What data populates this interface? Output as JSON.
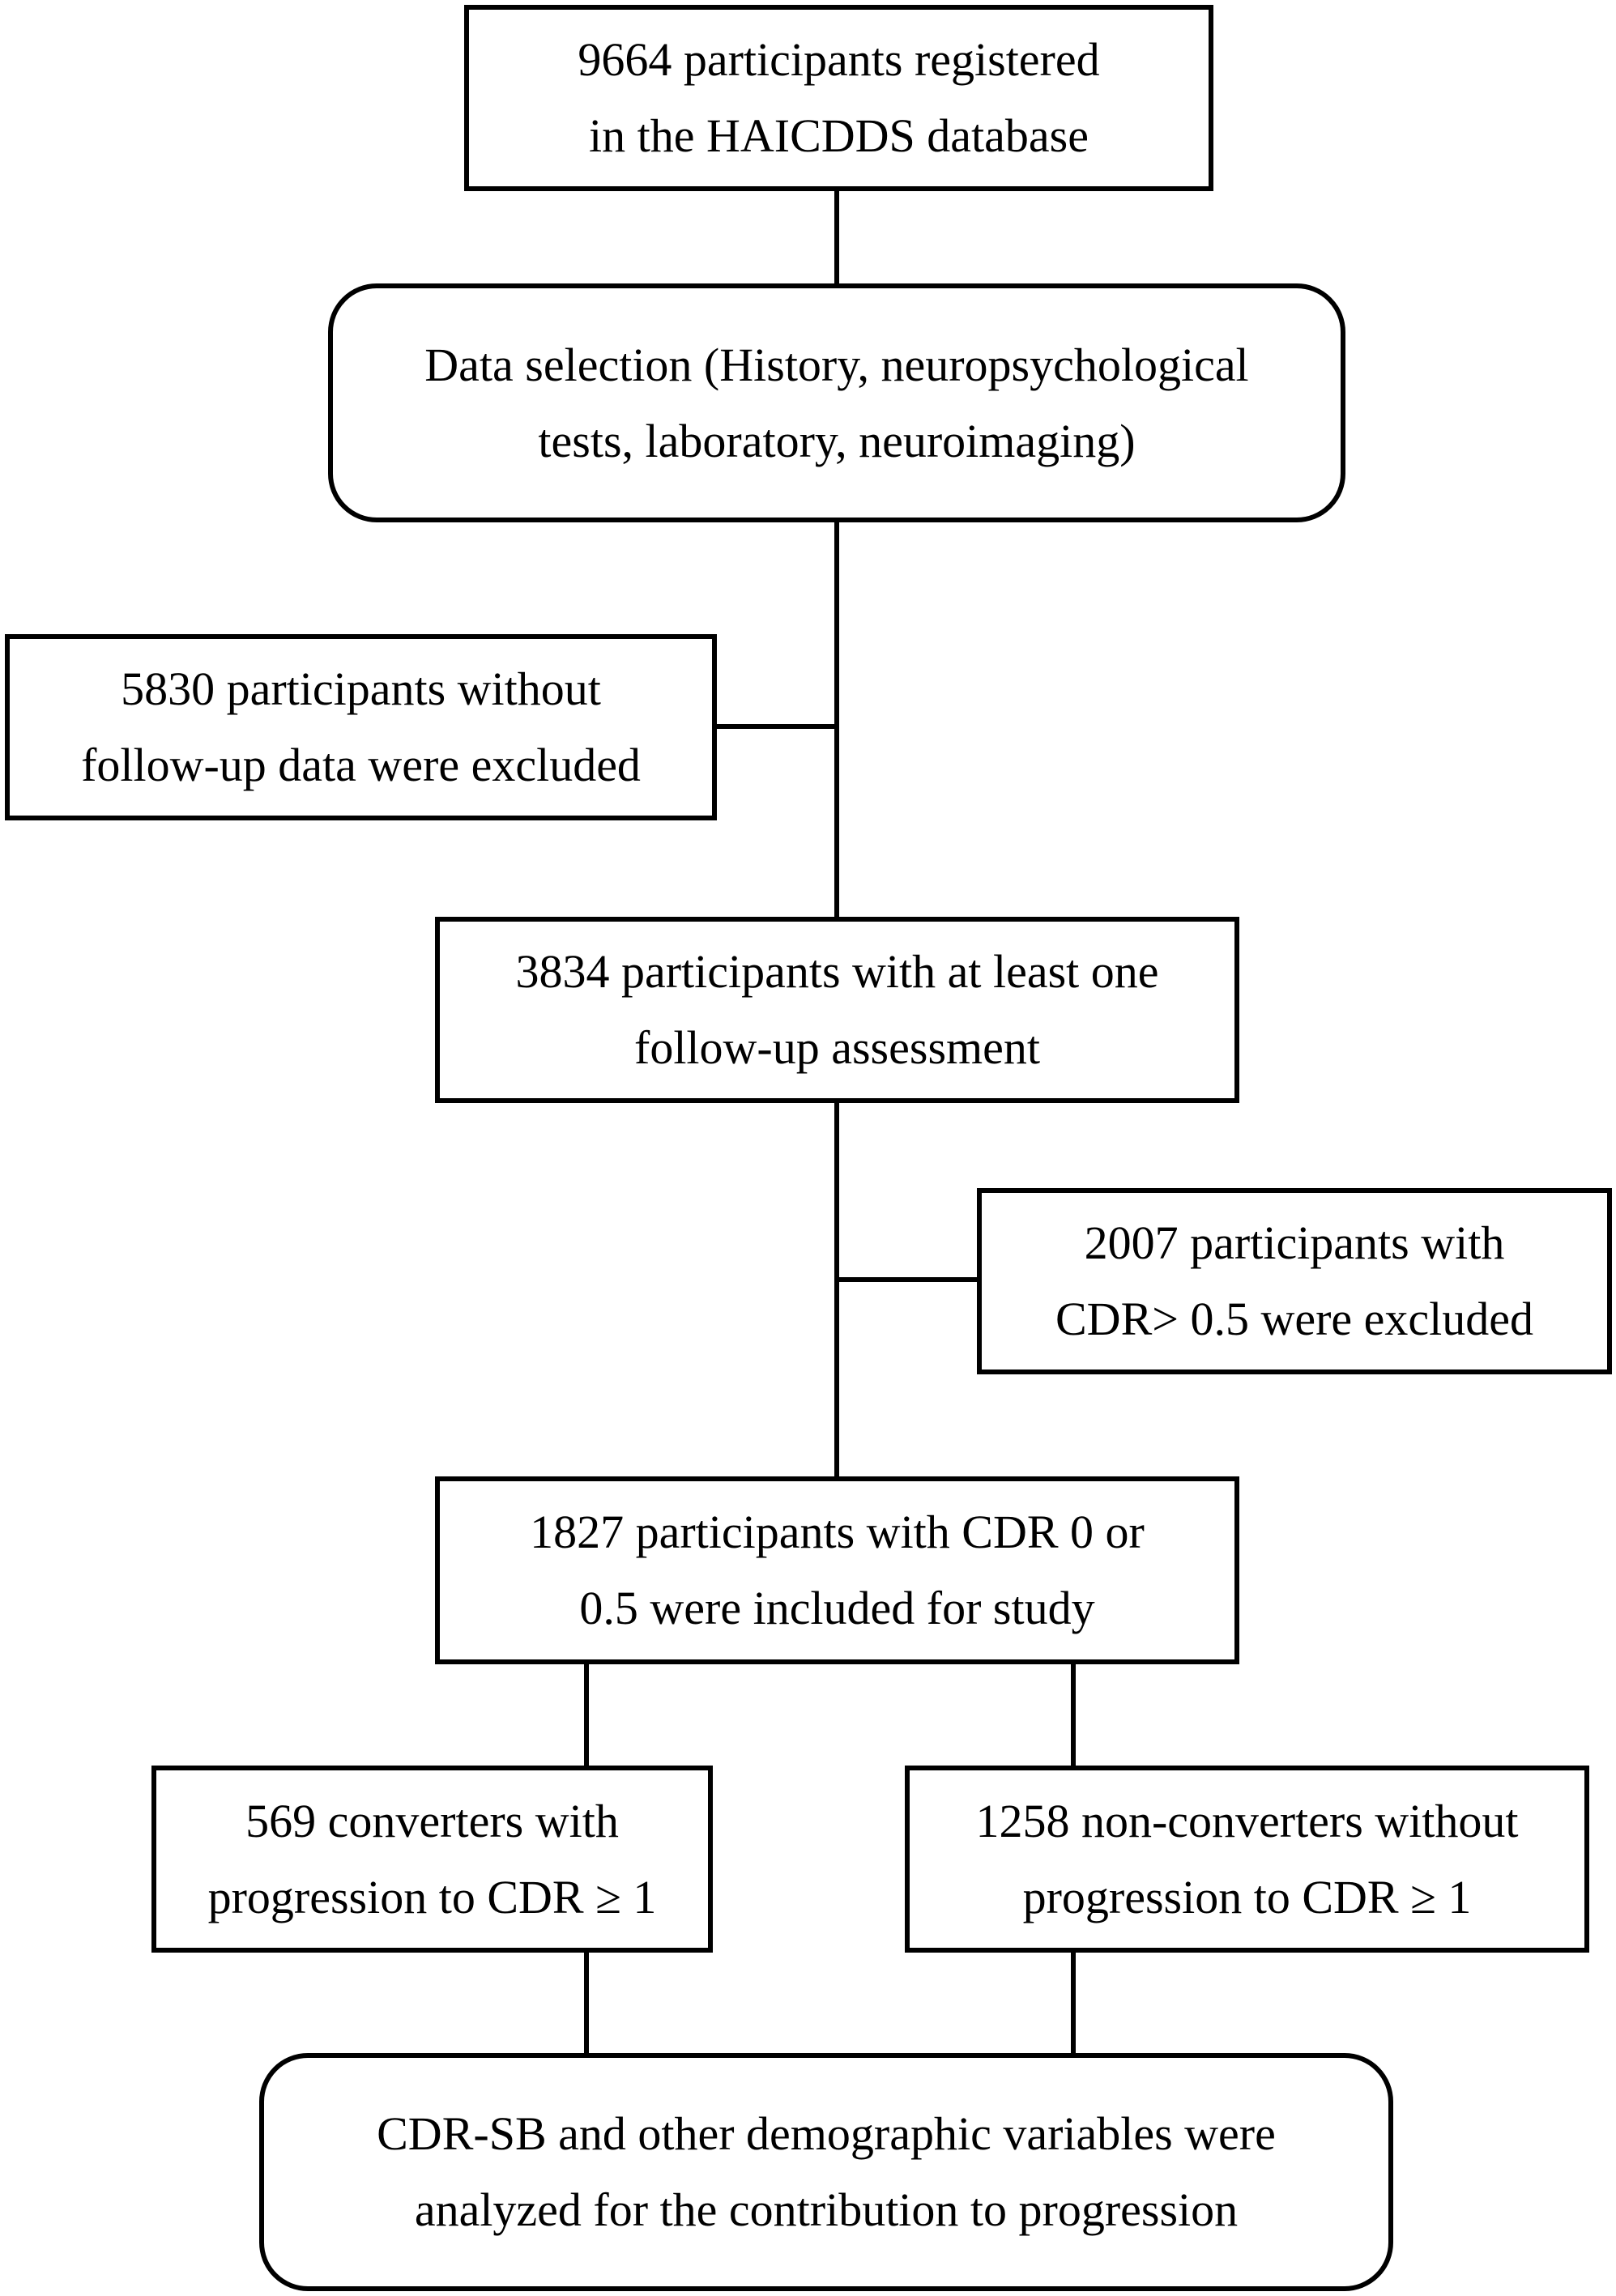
{
  "colors": {
    "line": "#000000",
    "background": "#ffffff"
  },
  "boxes": {
    "registered": {
      "lines": [
        "9664 participants registered",
        "in the HAICDDS database"
      ]
    },
    "data_selection": {
      "lines": [
        "Data selection (History, neuropsychological",
        "tests, laboratory, neuroimaging)"
      ]
    },
    "excluded_no_followup": {
      "lines": [
        "5830 participants without",
        "follow-up data were excluded"
      ]
    },
    "with_followup": {
      "lines": [
        "3834 participants with at least one",
        "follow-up assessment"
      ]
    },
    "excluded_cdr": {
      "lines": [
        "2007 participants with",
        "CDR> 0.5 were excluded"
      ]
    },
    "included": {
      "lines": [
        "1827 participants with CDR 0 or",
        "0.5 were included for study"
      ]
    },
    "converters": {
      "lines": [
        "569 converters with",
        "progression to CDR ≥ 1"
      ]
    },
    "non_converters": {
      "lines": [
        "1258 non-converters without",
        "progression to CDR ≥ 1"
      ]
    },
    "analysis": {
      "lines": [
        "CDR-SB and other demographic variables were",
        "analyzed for the contribution to progression"
      ]
    }
  }
}
